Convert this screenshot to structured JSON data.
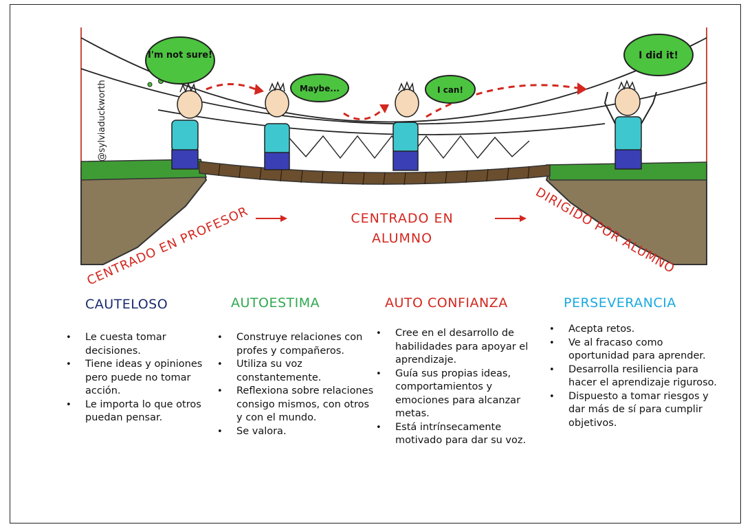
{
  "illustration": {
    "signature": "@sylviaduckworth",
    "bubbles": [
      "I'm not sure!",
      "Maybe...",
      "I can!",
      "I did it!"
    ]
  },
  "stages": {
    "left": "CENTRADO EN PROFESOR",
    "middle": [
      "CENTRADO EN",
      "ALUMNO"
    ],
    "right": "DIRIGIDO POR ALUMNO"
  },
  "columns": [
    {
      "title": "CAUTELOSO",
      "color": "#1a2a6c",
      "items": [
        "Le cuesta tomar decisiones.",
        "Tiene ideas y opiniones pero puede no tomar acción.",
        "Le importa lo que otros puedan pensar."
      ]
    },
    {
      "title": "AUTOESTIMA",
      "color": "#2fa84f",
      "items": [
        "Construye relaciones con profes y compañeros.",
        "Utiliza su voz constantemente.",
        "Reflexiona sobre relaciones consigo mismos, con otros y con el mundo.",
        "Se valora."
      ]
    },
    {
      "title": "AUTO CONFIANZA",
      "color": "#d3271f",
      "items": [
        "Cree en el desarrollo de habilidades para apoyar el aprendizaje.",
        "Guía sus propias ideas, comportamientos y emociones para alcanzar metas.",
        "Está intrínsecamente motivado para dar su voz."
      ]
    },
    {
      "title": "PERSEVERANCIA",
      "color": "#1aa9e0",
      "items": [
        "Acepta retos.",
        "Ve al fracaso como oportunidad para aprender.",
        "Desarrolla resiliencia para hacer el aprendizaje riguroso.",
        "Dispuesto a tomar riesgos y dar más de sí para cumplir objetivos."
      ]
    }
  ],
  "colors": {
    "stage_red": "#d3271f",
    "grass": "#3f9c35",
    "rock": "#8a7a5a",
    "shirt": "#3ec7cf",
    "pants": "#3a3fb5",
    "bubble": "#4cc43f"
  }
}
